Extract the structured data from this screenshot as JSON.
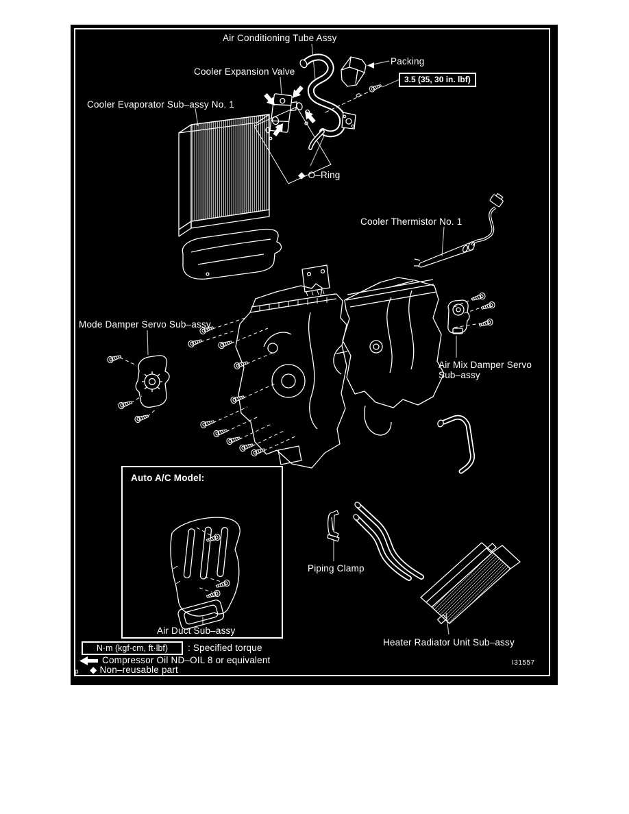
{
  "page": {
    "background": "#ffffff",
    "panel_bg": "#000000",
    "line_color": "#ffffff",
    "drawing_number": "I31557",
    "corner_mark": "p"
  },
  "labels": {
    "air_conditioning_tube_assy": "Air Conditioning Tube Assy",
    "packing": "Packing",
    "torque_spec": "3.5 (35, 30 in. lbf)",
    "cooler_expansion_valve": "Cooler Expansion Valve",
    "cooler_evaporator": "Cooler Evaporator Sub–assy No. 1",
    "o_ring": "◆  O–Ring",
    "cooler_thermistor": "Cooler Thermistor No. 1",
    "mode_damper_servo": "Mode Damper Servo Sub–assy",
    "air_mix_damper_servo_line1": "Air Mix Damper Servo",
    "air_mix_damper_servo_line2": "Sub–assy",
    "auto_ac_model": "Auto A/C Model:",
    "air_duct": "Air Duct Sub–assy",
    "piping_clamp": "Piping Clamp",
    "heater_radiator": "Heater Radiator Unit Sub–assy"
  },
  "legend": {
    "torque_box": "N·m (kgf·cm, ft·lbf)",
    "torque_desc": ": Specified torque",
    "oil_desc": "Compressor Oil ND–OIL 8 or equivalent",
    "non_reusable": "◆ Non–reusable part"
  }
}
